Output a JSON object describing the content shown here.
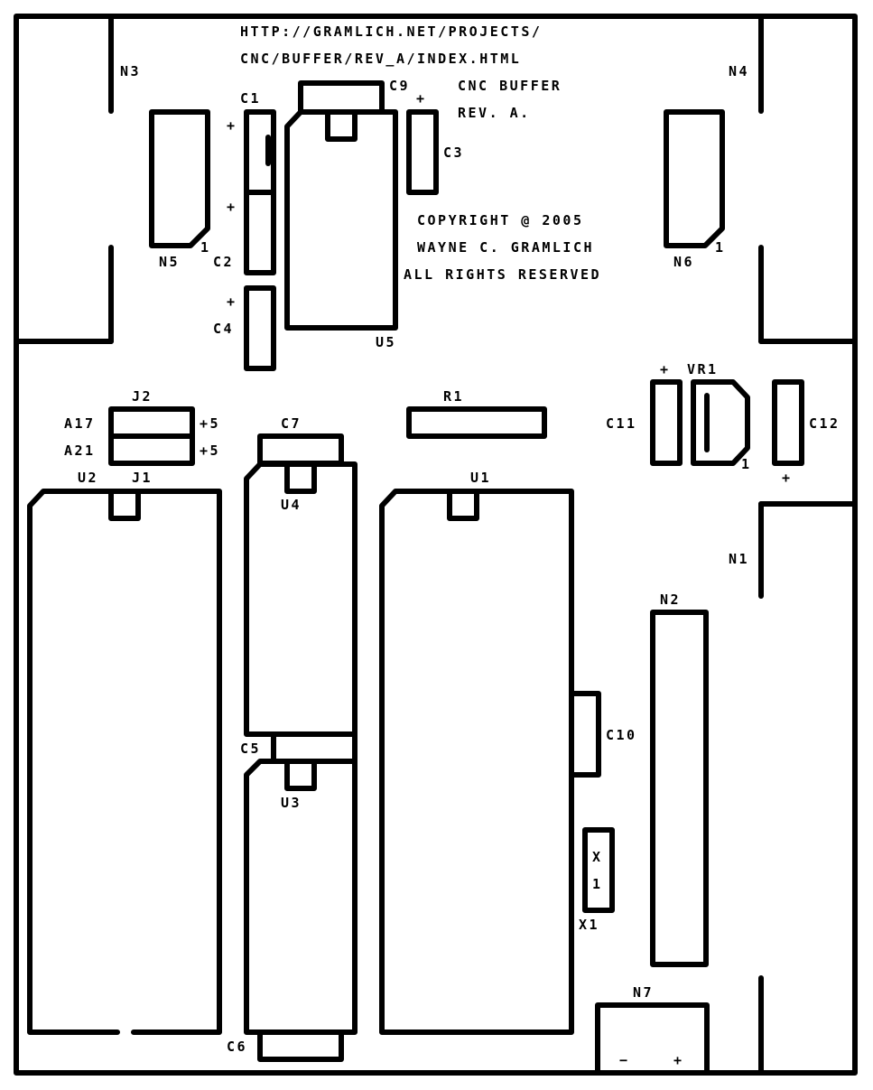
{
  "header": {
    "url_line1": "HTTP://GRAMLICH.NET/PROJECTS/",
    "url_line2": "CNC/BUFFER/REV_A/INDEX.HTML",
    "title": "CNC BUFFER",
    "revision": "REV. A."
  },
  "copyright": {
    "line1": "COPYRIGHT @ 2005",
    "line2": "WAYNE C. GRAMLICH",
    "line3": "ALL RIGHTS RESERVED"
  },
  "labels": {
    "n1": "N1",
    "n2": "N2",
    "n3": "N3",
    "n4": "N4",
    "n5": "N5",
    "n6": "N6",
    "n7": "N7",
    "u1": "U1",
    "u2": "U2",
    "u3": "U3",
    "u4": "U4",
    "u5": "U5",
    "c1": "C1",
    "c2": "C2",
    "c3": "C3",
    "c4": "C4",
    "c5": "C5",
    "c6": "C6",
    "c7": "C7",
    "c9": "C9",
    "c10": "C10",
    "c11": "C11",
    "c12": "C12",
    "j1": "J1",
    "j2": "J2",
    "r1": "R1",
    "vr1": "VR1",
    "x1": "X1",
    "a17": "A17",
    "a21": "A21",
    "plus5": "+5",
    "pin1": "1",
    "plus": "+",
    "minus": "−",
    "x1_mark_x": "X",
    "x1_mark_1": "1"
  }
}
